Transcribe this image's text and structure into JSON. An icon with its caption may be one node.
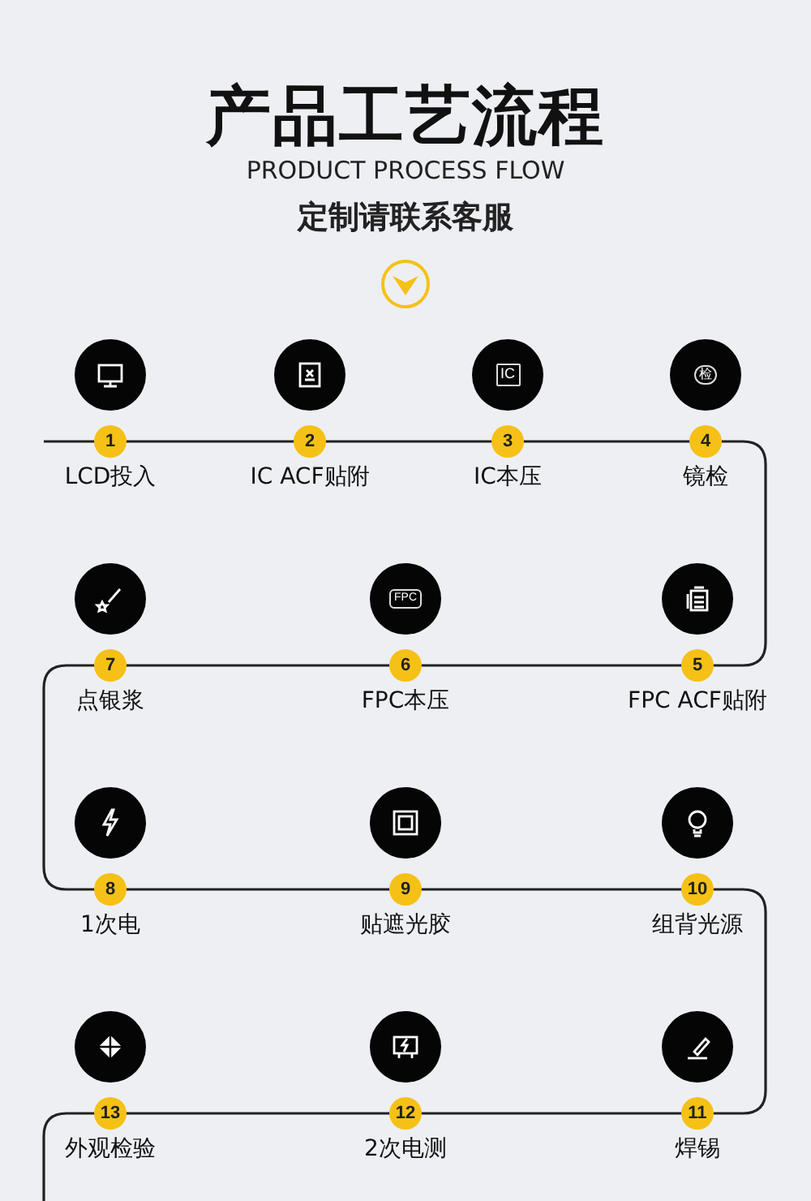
{
  "diagram": {
    "title": "产品工艺流程",
    "nodes": [
      {
        "text": [
          "1"
        ],
        "beside": [
          "LCD投入"
        ]
      },
      {
        "text": [
          "2"
        ],
        "beside": [
          "IC ACF贴附"
        ]
      },
      {
        "text": [
          "3"
        ],
        "beside": [
          "IC本压"
        ]
      },
      {
        "text": [
          "4"
        ],
        "beside": [
          "镜检"
        ]
      },
      {
        "text": [
          "5"
        ],
        "beside": [
          "FPC ACF贴附"
        ]
      },
      {
        "text": [
          "6"
        ],
        "beside": [
          "FPC本压"
        ]
      },
      {
        "text": [
          "7"
        ],
        "beside": [
          "点银浆"
        ]
      },
      {
        "text": [
          "8"
        ],
        "beside": [
          "1次电"
        ]
      },
      {
        "text": [
          "9"
        ],
        "beside": [
          "贴遮光胶"
        ]
      },
      {
        "text": [
          "10"
        ],
        "beside": [
          "组背光源"
        ]
      },
      {
        "text": [
          "11"
        ],
        "beside": [
          "焊锡"
        ]
      },
      {
        "text": [
          "12"
        ],
        "beside": [
          "2次电测"
        ]
      },
      {
        "text": [
          "13"
        ],
        "beside": [
          "外观检验"
        ]
      }
    ],
    "edges": [
      {
        "from": null,
        "to": 0,
        "arrow": "none"
      },
      {
        "from": 0,
        "to": 1,
        "arrow": "none"
      },
      {
        "from": 1,
        "to": 2,
        "arrow": "none"
      },
      {
        "from": 2,
        "to": 3,
        "arrow": "none"
      },
      {
        "from": 3,
        "to": 4,
        "arrow": "none"
      },
      {
        "from": 4,
        "to": 5,
        "arrow": "none"
      },
      {
        "from": 5,
        "to": 6,
        "arrow": "none"
      },
      {
        "from": 6,
        "to": 7,
        "arrow": "none"
      },
      {
        "from": 7,
        "to": 8,
        "arrow": "none"
      },
      {
        "from": 8,
        "to": 9,
        "arrow": "none"
      },
      {
        "from": 9,
        "to": 10,
        "arrow": "none"
      },
      {
        "from": 10,
        "to": 11,
        "arrow": "none"
      },
      {
        "from": 11,
        "to": 12,
        "arrow": "none"
      },
      {
        "from": 12,
        "to": null,
        "arrow": "none"
      }
    ],
    "labels": [
      "PRODUCT PROCESS FLOW",
      "定制请联系客服",
      "IC",
      "检",
      "FPC"
    ]
  }
}
